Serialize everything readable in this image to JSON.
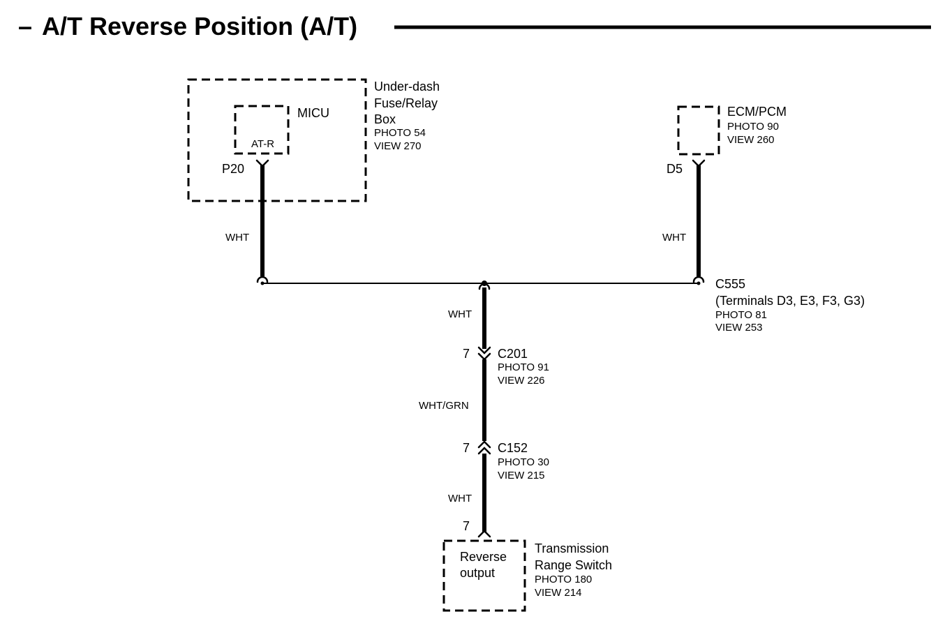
{
  "title": {
    "prefix": "–",
    "text": "A/T Reverse Position (A/T)"
  },
  "under_dash_box": {
    "name_lines": [
      "Under-dash",
      "Fuse/Relay",
      "Box"
    ],
    "photo": "PHOTO 54",
    "view": "VIEW 270",
    "module": "MICU",
    "module_pin": "AT-R",
    "terminal": "P20"
  },
  "ecm": {
    "name": "ECM/PCM",
    "photo": "PHOTO 90",
    "view": "VIEW 260",
    "terminal": "D5"
  },
  "wires": {
    "left": "WHT",
    "right": "WHT",
    "center_upper": "WHT",
    "center_middle": "WHT/GRN",
    "center_lower": "WHT"
  },
  "c555": {
    "name": "C555",
    "terminals": "(Terminals D3, E3, F3, G3)",
    "photo": "PHOTO 81",
    "view": "VIEW 253"
  },
  "c201": {
    "pin": "7",
    "name": "C201",
    "photo": "PHOTO 91",
    "view": "VIEW 226"
  },
  "c152": {
    "pin": "7",
    "name": "C152",
    "photo": "PHOTO 30",
    "view": "VIEW 215"
  },
  "trs": {
    "pin": "7",
    "name_lines": [
      "Transmission",
      "Range Switch"
    ],
    "photo": "PHOTO 180",
    "view": "VIEW 214",
    "inner_lines": [
      "Reverse",
      "output"
    ]
  }
}
